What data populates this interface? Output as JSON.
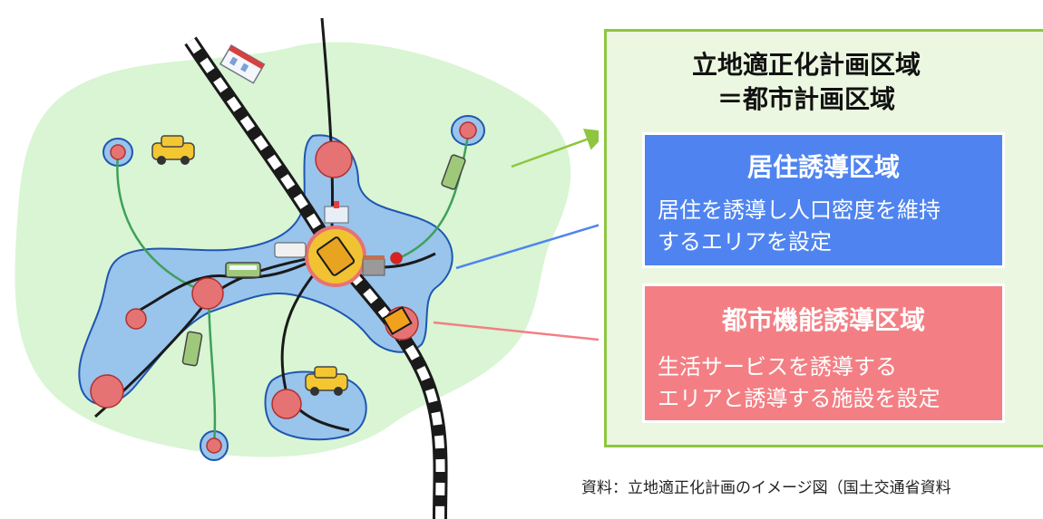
{
  "zone_outer": {
    "title_line1": "立地適正化計画区域",
    "title_line2": "＝都市計画区域"
  },
  "zone_residential": {
    "title": "居住誘導区域",
    "description": "居住を誘導し人口密度を維持\nするエリアを設定"
  },
  "zone_urban_function": {
    "title": "都市機能誘導区域",
    "description": "生活サービスを誘導する\nエリアと誘導する施設を設定"
  },
  "source_note": "資料：立地適正化計画のイメージ図（国土交通省資料",
  "colors": {
    "outer_border": "#8ec640",
    "outer_fill": "#ebf7e0",
    "residential": "#4f84f0",
    "urban_function": "#f37f84",
    "map_green": "#d9f5d3",
    "map_blue": "#99c4ec",
    "hub_red": "#e57373"
  },
  "icons": [
    "train-icon",
    "taxi-icon",
    "bus-icon",
    "hospital-icon",
    "shop-icon",
    "rail-track-icon"
  ]
}
